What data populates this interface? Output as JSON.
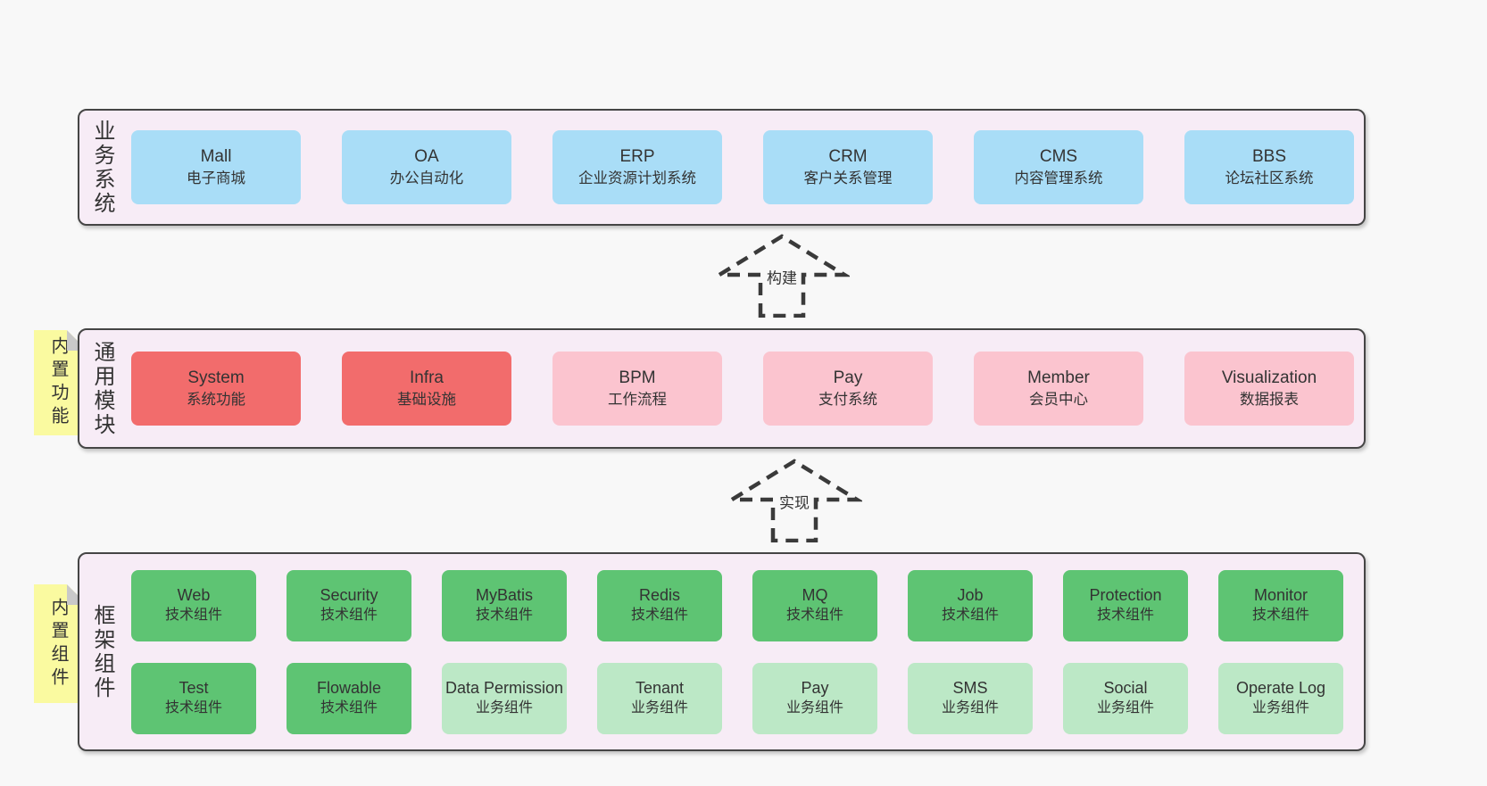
{
  "diagram": {
    "layers": [
      {
        "label": "业务系统",
        "boxes": [
          {
            "name": "Mall",
            "desc": "电子商城"
          },
          {
            "name": "OA",
            "desc": "办公自动化"
          },
          {
            "name": "ERP",
            "desc": "企业资源计划系统"
          },
          {
            "name": "CRM",
            "desc": "客户关系管理"
          },
          {
            "name": "CMS",
            "desc": "内容管理系统"
          },
          {
            "name": "BBS",
            "desc": "论坛社区系统"
          }
        ]
      },
      {
        "label": "通用模块",
        "tag": "内置功能",
        "boxes": [
          {
            "name": "System",
            "desc": "系统功能"
          },
          {
            "name": "Infra",
            "desc": "基础设施"
          },
          {
            "name": "BPM",
            "desc": "工作流程"
          },
          {
            "name": "Pay",
            "desc": "支付系统"
          },
          {
            "name": "Member",
            "desc": "会员中心"
          },
          {
            "name": "Visualization",
            "desc": "数据报表"
          }
        ]
      },
      {
        "label": "框架组件",
        "tag": "内置组件",
        "row1": [
          {
            "name": "Web",
            "desc": "技术组件"
          },
          {
            "name": "Security",
            "desc": "技术组件"
          },
          {
            "name": "MyBatis",
            "desc": "技术组件"
          },
          {
            "name": "Redis",
            "desc": "技术组件"
          },
          {
            "name": "MQ",
            "desc": "技术组件"
          },
          {
            "name": "Job",
            "desc": "技术组件"
          },
          {
            "name": "Protection",
            "desc": "技术组件"
          },
          {
            "name": "Monitor",
            "desc": "技术组件"
          }
        ],
        "row2": [
          {
            "name": "Test",
            "desc": "技术组件"
          },
          {
            "name": "Flowable",
            "desc": "技术组件"
          },
          {
            "name": "Data Permission",
            "desc": "业务组件"
          },
          {
            "name": "Tenant",
            "desc": "业务组件"
          },
          {
            "name": "Pay",
            "desc": "业务组件"
          },
          {
            "name": "SMS",
            "desc": "业务组件"
          },
          {
            "name": "Social",
            "desc": "业务组件"
          },
          {
            "name": "Operate Log",
            "desc": "业务组件"
          }
        ]
      }
    ],
    "arrows": [
      {
        "label": "构建"
      },
      {
        "label": "实现"
      }
    ],
    "colors": {
      "page_bg": "#f8f8f8",
      "panel_bg": "#f7ecf6",
      "panel_border": "#454545",
      "business_box": "#a9ddf7",
      "core_module_box": "#f26c6c",
      "module_box": "#fbc4cf",
      "tech_component_box": "#5ec473",
      "biz_component_box": "#bce8c6",
      "sticky_tag": "#fafaa0",
      "text": "#333333"
    }
  }
}
